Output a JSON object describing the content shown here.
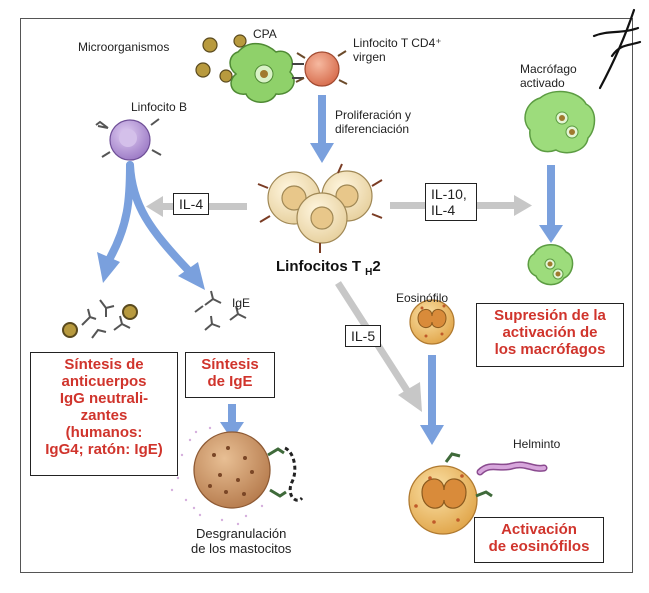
{
  "labels": {
    "microorganisms": "Microorganismos",
    "apc": "CPA",
    "naive_t_cell_line1": "Linfocito T CD4⁺",
    "naive_t_cell_line2": "virgen",
    "b_cell": "Linfocito B",
    "prolif_line1": "Proliferación y",
    "prolif_line2": "diferenciación",
    "macrophage_line1": "Macrófago",
    "macrophage_line2": "activado",
    "th2_main": "Linfocitos T",
    "th2_sub": "H",
    "th2_num": "2",
    "ige": "IgE",
    "eosinophil": "Eosinófilo",
    "helminth": "Helminto",
    "mast_line1": "Desgranulación",
    "mast_line2": "de los mastocitos"
  },
  "cytokine_boxes": {
    "il4_left": "IL-4",
    "il10_il4_line1": "IL-10,",
    "il10_il4_line2": "IL-4",
    "il5": "IL-5"
  },
  "outcomes": {
    "igg": "Síntesis de\nanticuerpos\nIgG neutrali-\nzantes\n(humanos:\nIgG4; ratón: IgE)",
    "ige_synthesis": "Síntesis\nde IgE",
    "macrophage_suppression": "Supresión de la\nactivación de\nlos macrófagos",
    "eosinophil_activation": "Activación\nde eosinófilos"
  },
  "colors": {
    "apc_green": "#8fd16a",
    "macrophage_green": "#9ddc7c",
    "t_naive": "#e88a6a",
    "b_cell": "#b99ad8",
    "th2_cream": "#f3e6c6",
    "mast_cell": "#c89466",
    "eosinophil": "#f0c070",
    "arrow_blue": "#7aa0dd",
    "arrow_gray": "#bdbdbd",
    "outcome_red": "#d0342c"
  }
}
